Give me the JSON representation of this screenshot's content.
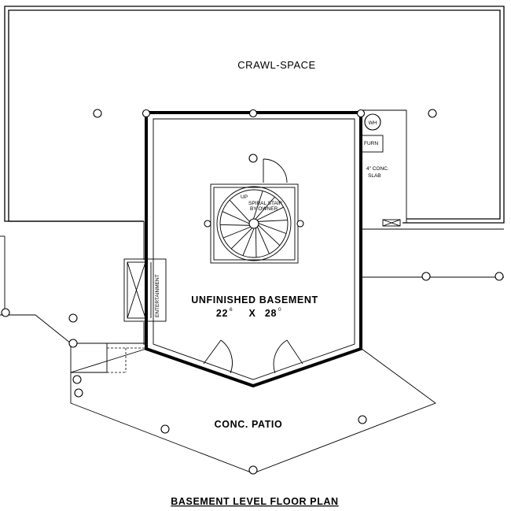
{
  "plan": {
    "title": "BASEMENT LEVEL FLOOR PLAN",
    "crawl_space": "CRAWL-SPACE",
    "basement": {
      "name": "UNFINISHED BASEMENT",
      "dim_w_ft": "22",
      "dim_w_in": "6",
      "dim_sep": "X",
      "dim_l_ft": "28",
      "dim_l_in": "0"
    },
    "patio": "CONC. PATIO",
    "stair": {
      "up": "UP",
      "line1": "SPIRAL STAIR",
      "line2": "BY OWNER"
    },
    "entertainment": "ENTERTAINMENT",
    "water_heater": "WH",
    "furnace": "FURN",
    "slab_line1": "4\" CONC.",
    "slab_line2": "SLAB"
  }
}
